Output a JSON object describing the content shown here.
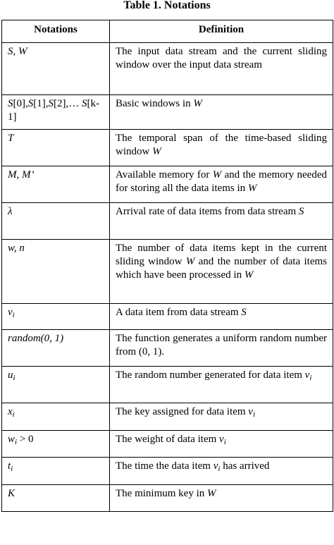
{
  "caption": "Table 1. Notations",
  "columns": {
    "notation": "Notations",
    "definition": "Definition"
  },
  "rows": [
    {
      "notation": [
        [
          "S, W",
          "i"
        ]
      ],
      "definition": [
        [
          "The input data stream and the current sliding window over the input data stream",
          ""
        ]
      ]
    },
    {
      "notation": [
        [
          "S",
          "i"
        ],
        [
          "[0],",
          ""
        ],
        [
          "S",
          "i"
        ],
        [
          "[1],",
          ""
        ],
        [
          "S",
          "i"
        ],
        [
          "[2],… ",
          ""
        ],
        [
          "S",
          "i"
        ],
        [
          "[k-1]",
          ""
        ]
      ],
      "definition": [
        [
          "Basic windows in ",
          ""
        ],
        [
          "W",
          "i"
        ]
      ]
    },
    {
      "notation": [
        [
          "T",
          "i"
        ]
      ],
      "definition": [
        [
          "The temporal span of the time-based sliding window ",
          ""
        ],
        [
          "W",
          "i"
        ]
      ]
    },
    {
      "notation": [
        [
          "M, M’",
          "i"
        ]
      ],
      "definition": [
        [
          "Available memory for ",
          ""
        ],
        [
          "W",
          "i"
        ],
        [
          " and the memory needed for storing all the data items in ",
          ""
        ],
        [
          "W",
          "i"
        ]
      ]
    },
    {
      "notation": [
        [
          "λ",
          "i"
        ]
      ],
      "definition": [
        [
          "Arrival rate of data items from data stream ",
          ""
        ],
        [
          "S",
          "i"
        ]
      ]
    },
    {
      "notation": [
        [
          "w, n",
          "i"
        ]
      ],
      "definition": [
        [
          "The number of data items kept in the current sliding window ",
          ""
        ],
        [
          "W",
          "i"
        ],
        [
          " and the number of data items which have been processed in ",
          ""
        ],
        [
          "W",
          "i"
        ]
      ]
    },
    {
      "notation": [
        [
          "v",
          "i"
        ],
        [
          "i",
          "isub"
        ]
      ],
      "definition": [
        [
          "A data item from data stream ",
          ""
        ],
        [
          "S",
          "i"
        ]
      ]
    },
    {
      "notation": [
        [
          "random(0, 1)",
          "i"
        ]
      ],
      "definition": [
        [
          "The function generates a uniform random number from (0, 1).",
          ""
        ]
      ]
    },
    {
      "notation": [
        [
          "u",
          "i"
        ],
        [
          "i",
          "isub"
        ]
      ],
      "definition": [
        [
          "The random number generated for data item ",
          ""
        ],
        [
          "v",
          "i"
        ],
        [
          "i",
          "isub"
        ]
      ]
    },
    {
      "notation": [
        [
          "x",
          "i"
        ],
        [
          "i",
          "isub"
        ]
      ],
      "definition": [
        [
          "The key assigned for data item ",
          ""
        ],
        [
          "v",
          "i"
        ],
        [
          "i",
          "isub"
        ]
      ]
    },
    {
      "notation": [
        [
          "w",
          "i"
        ],
        [
          "i",
          "isub"
        ],
        [
          " > 0",
          ""
        ]
      ],
      "definition": [
        [
          "The weight of data item ",
          ""
        ],
        [
          "v",
          "i"
        ],
        [
          "i",
          "isub"
        ]
      ]
    },
    {
      "notation": [
        [
          "t",
          "i"
        ],
        [
          "i",
          "isub"
        ]
      ],
      "definition": [
        [
          "The time the data item ",
          ""
        ],
        [
          "v",
          "i"
        ],
        [
          "i",
          "isub"
        ],
        [
          " has arrived",
          ""
        ]
      ]
    },
    {
      "notation": [
        [
          "K",
          "i"
        ]
      ],
      "definition": [
        [
          "The minimum key in ",
          ""
        ],
        [
          "W",
          "i"
        ]
      ]
    }
  ]
}
